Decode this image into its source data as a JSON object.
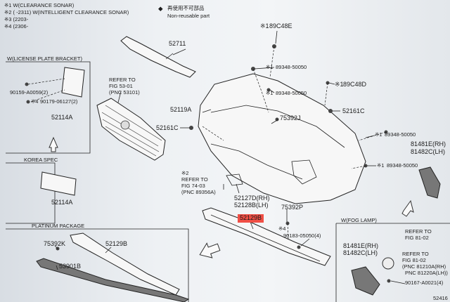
{
  "notes": {
    "n1": "※1 W(CLEARANCE SONAR)",
    "n2": "※2 (     -2311) W(INTELLIGENT CLEARANCE SONAR)",
    "n3": "※3 (2203-",
    "n4": "※4 (2306-",
    "legend_reuse": "再使用不可部品",
    "legend_nonreuse": "Non-reusable part"
  },
  "sections": {
    "license_bracket": "W(LICENSE PLATE BRACKET)",
    "korea_spec": "KOREA SPEC",
    "platinum_package": "PLATINUM PACKAGE",
    "fog_lamp": "W(FOG LAMP)"
  },
  "refer": {
    "grille_refer": "REFER TO",
    "grille_fig": "FIG 53-01",
    "grille_pnc": "(PNC 53101)",
    "lower_mark": "※2",
    "lower_refer": "REFER TO",
    "lower_fig": "FIG 74-03",
    "lower_pnc": "(PNC 89356A)",
    "fog_refer1": "REFER TO",
    "fog_fig1": "FIG 81-02",
    "fog_refer2": "REFER TO",
    "fog_fig2": "FIG 81-02",
    "fog_pnc1": "(PNC 81210A(RH)",
    "fog_pnc2": "PNC 81220A(LH))"
  },
  "parts": {
    "p52711": "52711",
    "p89c48e": "89C48E",
    "p89c48e_mark": "※1",
    "p89348_a": "89348-50050",
    "p89348_a_mark": "※1",
    "p89348_b": "89348-50050",
    "p89348_b_mark": "※1",
    "p89c48d": "89C48D",
    "p89c48d_mark": "※1",
    "p52119a": "52119A",
    "p75392j": "75392J",
    "p52161c_r": "52161C",
    "p52161c_l": "52161C",
    "p89348_c": "89348-50050",
    "p89348_c_mark": "※1",
    "p89348_d": "89348-50050",
    "p89348_d_mark": "※1",
    "p81481e_r": "81481E(RH)",
    "p81482c_r": "81482C(LH)",
    "p90159": "90159-A0059(2)",
    "p90179": "90179-06127(2)",
    "p90179_mark": "※4",
    "p52114a_1": "52114A",
    "p52114a_2": "52114A",
    "p52127d": "52127D(RH)",
    "p52128b": "52128B(LH)",
    "p75392p": "75392P",
    "p52129b": "52129B",
    "p90183": "90183-05050(4)",
    "p90183_mark": "※4",
    "p75392k": "75392K",
    "p52129b_plat": "52129B",
    "p53901b": "53901B",
    "p81481e_f": "81481E(RH)",
    "p81482c_f": "81482C(LH)",
    "p90167": "90167-A0021(4)",
    "fig_corner": "52416"
  }
}
